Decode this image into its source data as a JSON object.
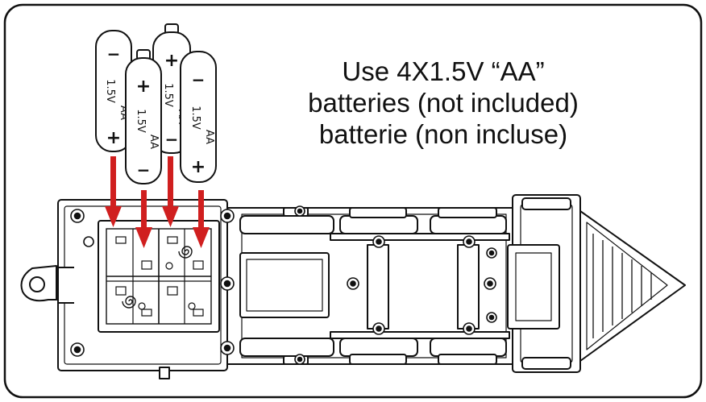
{
  "instructions": {
    "line1": "Use 4X1.5V  “AA”",
    "line2": "batteries (not included)",
    "line3": "batterie (non incluse)"
  },
  "batteries": [
    {
      "plus": "+",
      "minus": "−",
      "voltage": "1.5V",
      "type": "AA",
      "orientation": "minus-top"
    },
    {
      "plus": "+",
      "minus": "−",
      "voltage": "1.5V",
      "type": "AA",
      "orientation": "plus-top"
    },
    {
      "plus": "+",
      "minus": "−",
      "voltage": "1.5V",
      "type": "AA",
      "orientation": "plus-top"
    },
    {
      "plus": "+",
      "minus": "−",
      "voltage": "1.5V",
      "type": "AA",
      "orientation": "minus-top"
    }
  ],
  "colors": {
    "arrow": "#d01f1f",
    "outline": "#111111",
    "background": "#ffffff",
    "fill_light": "#f2f2f2"
  },
  "icons": {
    "arrow": "arrow-down-icon",
    "spring": "spring-icon",
    "screw": "screw-icon"
  }
}
